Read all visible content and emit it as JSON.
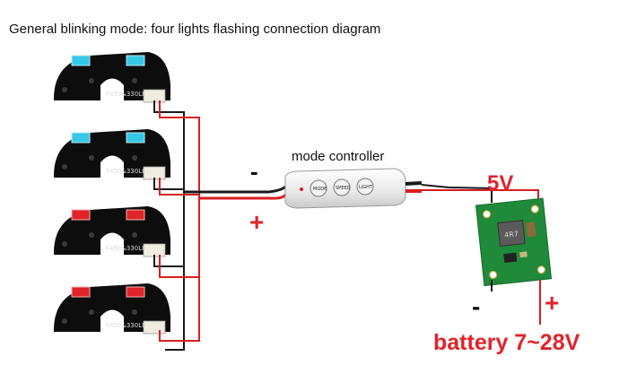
{
  "title": "General blinking mode: four lights flashing connection diagram",
  "labels": {
    "controller": "mode controller",
    "voltage_out": "5V",
    "battery": "battery 7~28V",
    "controller_minus": "-",
    "controller_plus": "+",
    "battery_minus": "-",
    "battery_plus": "+"
  },
  "boards": [
    {
      "led_color": "#35c8e6",
      "silk": "F450&330LED"
    },
    {
      "led_color": "#35c8e6",
      "silk": "F450&330LED"
    },
    {
      "led_color": "#e0242a",
      "silk": "F450&330LED"
    },
    {
      "led_color": "#e0242a",
      "silk": "F450&330LED"
    }
  ],
  "controller_buttons": [
    "MODE",
    "SPEED",
    "LIGHT"
  ],
  "module_chip": "4R7",
  "colors": {
    "red_wire": "#d81e1e",
    "black_wire": "#1a1a1a",
    "label_red": "#e0242a",
    "pcb": "#0d0d0d",
    "module_pcb": "#1f8a3a"
  }
}
